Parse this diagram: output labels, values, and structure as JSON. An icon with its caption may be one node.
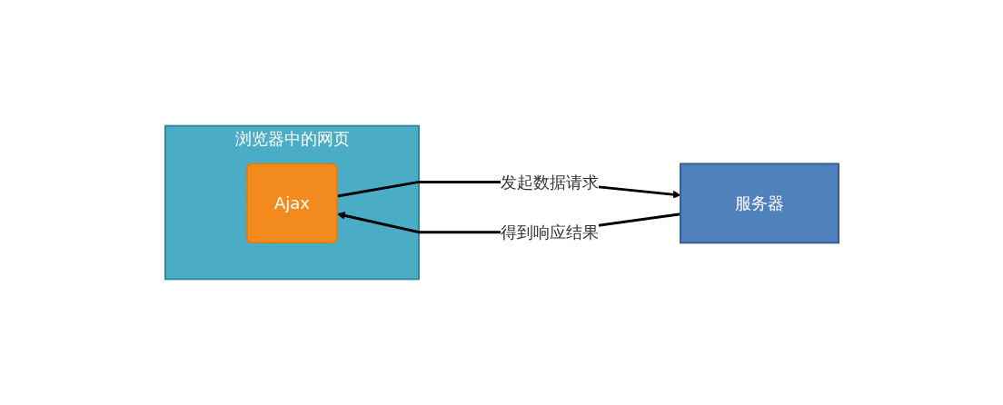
{
  "diagram": {
    "nodes": [
      {
        "text": [
          "浏览器中的网页"
        ]
      },
      {
        "text": [
          "Ajax"
        ],
        "in": 0
      },
      {
        "text": [
          "服务器"
        ]
      }
    ],
    "edges": [
      {
        "from": 1,
        "to": 2,
        "arrow": "to",
        "label": "发起数据请求"
      },
      {
        "from": 2,
        "to": 1,
        "arrow": "to",
        "label": "得到响应结果"
      }
    ]
  }
}
